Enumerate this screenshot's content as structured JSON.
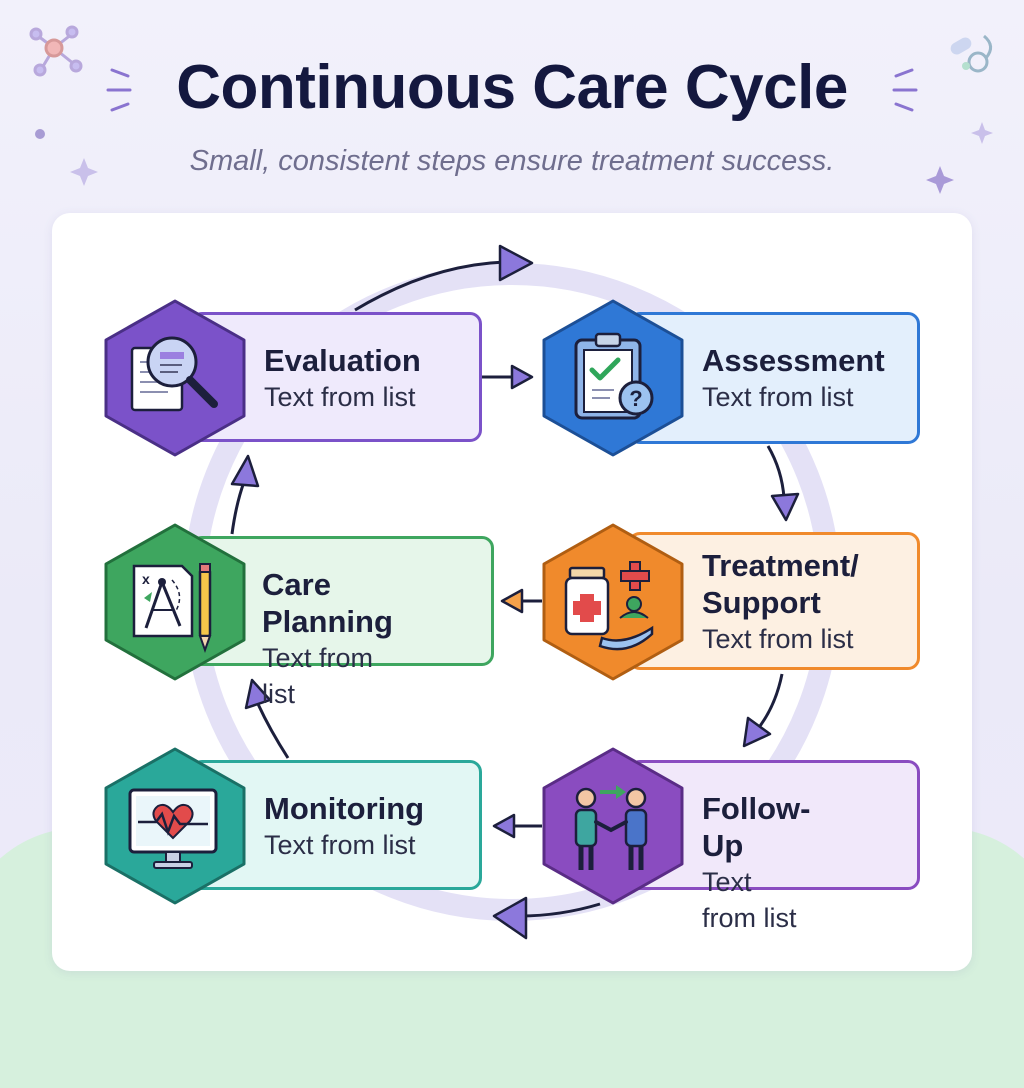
{
  "header": {
    "title": "Continuous Care Cycle",
    "subtitle": "Small, consistent steps ensure treatment success."
  },
  "steps": [
    {
      "heading": "Evaluation",
      "description": "Text from list",
      "icon": "magnifier-document-icon",
      "color": "#7b52c9",
      "fill": "#efeafc"
    },
    {
      "heading": "Assessment",
      "description": "Text from list",
      "icon": "clipboard-check-icon",
      "color": "#2f78d6",
      "fill": "#e3effc"
    },
    {
      "heading_line1": "Treatment/",
      "heading_line2": "Support",
      "description": "Text from list",
      "icon": "medicine-care-icon",
      "color": "#f08a2c",
      "fill": "#fdf0e2"
    },
    {
      "heading": "Follow-Up",
      "description": "Text from list",
      "icon": "handshake-icon",
      "color": "#8a4cc0",
      "fill": "#f1e8fa"
    },
    {
      "heading": "Monitoring",
      "description": "Text from list",
      "icon": "heart-monitor-icon",
      "color": "#2aa89a",
      "fill": "#e2f7f4"
    },
    {
      "heading": "Care Planning",
      "description": "Text from list",
      "icon": "planning-compass-icon",
      "color": "#3ea65f",
      "fill": "#e6f6ea"
    }
  ]
}
